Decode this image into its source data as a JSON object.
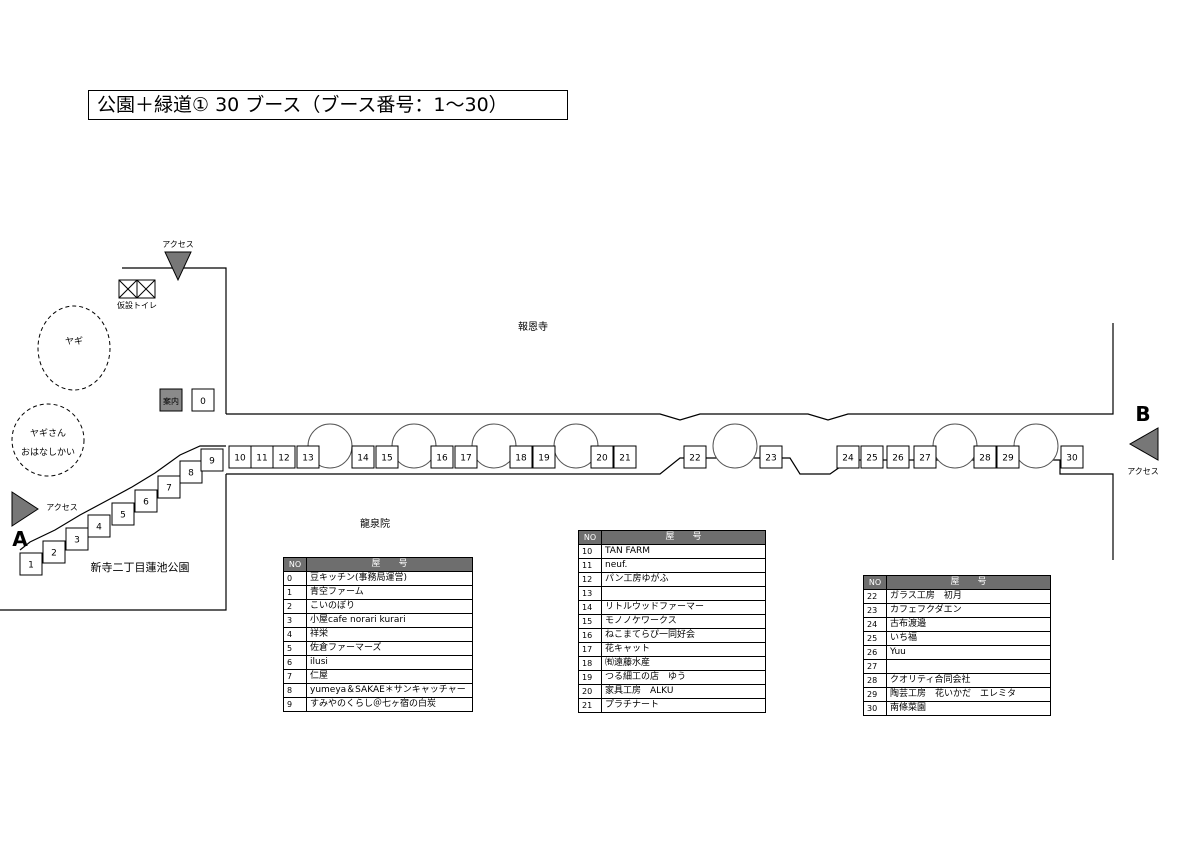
{
  "title": "公園＋緑道① 30 ブース（ブース番号：1〜30）",
  "labels": {
    "access_top": "アクセス",
    "access_left": "アクセス",
    "access_right": "アクセス",
    "toilet": "仮設トイレ",
    "goat": "ヤギ",
    "goat_talk_1": "ヤギさん",
    "goat_talk_2": "おはなしかい",
    "info": "案内",
    "temple_north": "報恩寺",
    "temple_south": "龍泉院",
    "park": "新寺二丁目蓮池公園",
    "point_a": "A",
    "point_b": "B"
  },
  "booths": {
    "info_booth": "0",
    "stair": [
      "1",
      "2",
      "3",
      "4",
      "5",
      "6",
      "7",
      "8"
    ],
    "row": [
      "9",
      "10",
      "11",
      "12",
      "13",
      "14",
      "15",
      "16",
      "17",
      "18",
      "19",
      "20",
      "21",
      "22",
      "23",
      "24",
      "25",
      "26",
      "27",
      "28",
      "29",
      "30"
    ]
  },
  "tables": [
    {
      "header_no": "NO",
      "header_name": "屋　　号",
      "rows": [
        {
          "no": "0",
          "name": "豆キッチン(事務局運営)"
        },
        {
          "no": "1",
          "name": "青空ファーム"
        },
        {
          "no": "2",
          "name": "こいのぼり"
        },
        {
          "no": "3",
          "name": "小屋cafe norari kurari"
        },
        {
          "no": "4",
          "name": "祥栄"
        },
        {
          "no": "5",
          "name": "佐倉ファーマーズ"
        },
        {
          "no": "6",
          "name": "ilusi"
        },
        {
          "no": "7",
          "name": "仁屋"
        },
        {
          "no": "8",
          "name": "yumeya＆SAKAE＊サンキャッチャー"
        },
        {
          "no": "9",
          "name": "すみやのくらし＠七ヶ宿の白炭"
        }
      ]
    },
    {
      "header_no": "NO",
      "header_name": "屋　　号",
      "rows": [
        {
          "no": "10",
          "name": "TAN FARM"
        },
        {
          "no": "11",
          "name": "neuf."
        },
        {
          "no": "12",
          "name": "パン工房ゆがふ"
        },
        {
          "no": "13",
          "name": ""
        },
        {
          "no": "14",
          "name": "リトルウッドファーマー"
        },
        {
          "no": "15",
          "name": "モノノケワークス"
        },
        {
          "no": "16",
          "name": "ねこまてらぴ一同好会"
        },
        {
          "no": "17",
          "name": "花キャット"
        },
        {
          "no": "18",
          "name": "㈲遠藤水産"
        },
        {
          "no": "19",
          "name": "つる細工の店　ゆう"
        },
        {
          "no": "20",
          "name": "家具工房　ALKU"
        },
        {
          "no": "21",
          "name": "プラチナート"
        }
      ]
    },
    {
      "header_no": "NO",
      "header_name": "屋　　号",
      "rows": [
        {
          "no": "22",
          "name": "ガラス工房　初月"
        },
        {
          "no": "23",
          "name": "カフェフクダエン"
        },
        {
          "no": "24",
          "name": "古布渡邉"
        },
        {
          "no": "25",
          "name": "いち福"
        },
        {
          "no": "26",
          "name": "Yuu"
        },
        {
          "no": "27",
          "name": ""
        },
        {
          "no": "28",
          "name": "クオリティ合同会社"
        },
        {
          "no": "29",
          "name": "陶芸工房　花いかだ　エレミタ"
        },
        {
          "no": "30",
          "name": "南條菜園"
        }
      ]
    }
  ],
  "colors": {
    "marker": "#777777",
    "info_box": "#8a8a8a",
    "header": "#6e6e6e"
  }
}
